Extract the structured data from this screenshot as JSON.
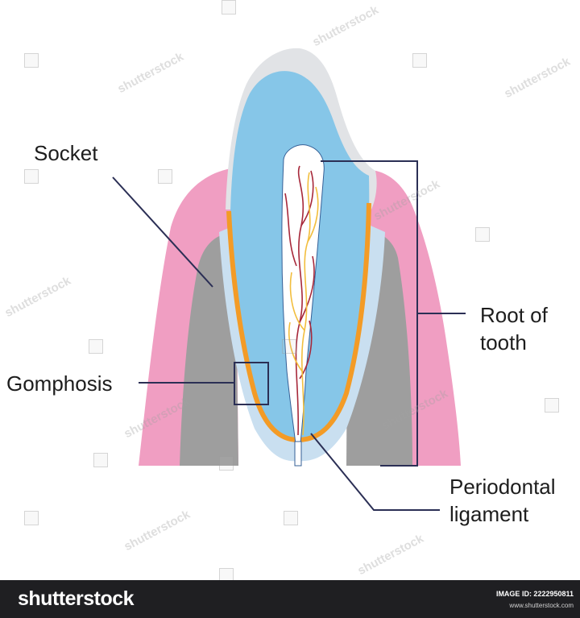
{
  "labels": {
    "socket": "Socket",
    "gomphosis": "Gomphosis",
    "root_line1": "Root of",
    "root_line2": "tooth",
    "perio_line1": "Periodontal",
    "perio_line2": "ligament"
  },
  "watermark": {
    "text": "shutterstock"
  },
  "footer": {
    "logo": "shutterstock",
    "image_id_label": "IMAGE ID: 2222950811",
    "site": "www.shutterstock.com"
  },
  "colors": {
    "gum": "#f09ec2",
    "bone": "#9e9e9e",
    "ligament": "#c9dff0",
    "cementum": "#f39b26",
    "dentin": "#86c6e8",
    "enamel": "#e1e3e6",
    "pulp": "#ffffff",
    "vessel_red": "#a7283a",
    "vessel_yellow": "#f2be3e",
    "leader": "#2b2f55",
    "footer_bg": "#1f1f22"
  }
}
